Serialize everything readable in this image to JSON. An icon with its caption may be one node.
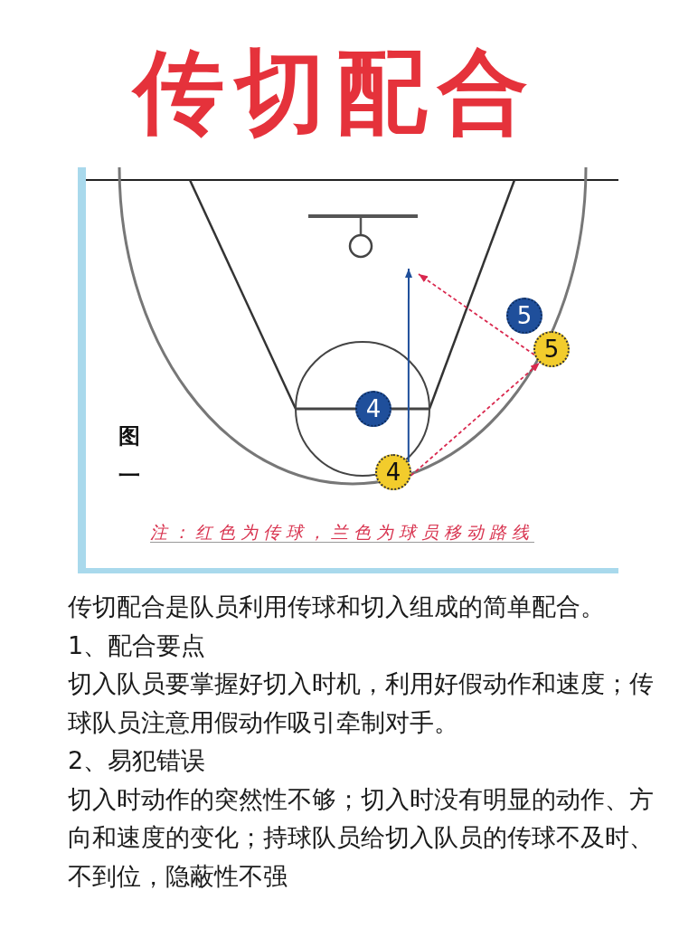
{
  "diagram": {
    "title": "传切配合",
    "nodes": [
      {
        "text": [
          "5"
        ]
      },
      {
        "text": [
          "5"
        ]
      },
      {
        "text": [
          "4"
        ]
      },
      {
        "text": [
          "4"
        ]
      }
    ],
    "edges": [
      {
        "from": 3,
        "to": null,
        "arrow": "to",
        "color": "#1f4f9b"
      },
      {
        "from": 3,
        "to": 1,
        "arrow": "to",
        "style": "dashed",
        "color": "#d9284e"
      },
      {
        "from": 1,
        "to": null,
        "arrow": "to",
        "style": "dashed",
        "color": "#d9284e"
      }
    ],
    "labels": [
      "图一",
      "注：红色为传球，兰色为球员移动路线",
      "传切配合是队员利用传球和切入组成的简单配合。",
      "1、配合要点",
      "切入队员要掌握好切入时机，利用好假动作和速度；传球队员注意用假动作吸引牵制对手。",
      "2、易犯错误",
      "切入时动作的突然性不够；切入时没有明显的动作、方向和速度的变化；持球队员给切入队员的传球不及时、不到位，隐蔽性不强"
    ]
  }
}
